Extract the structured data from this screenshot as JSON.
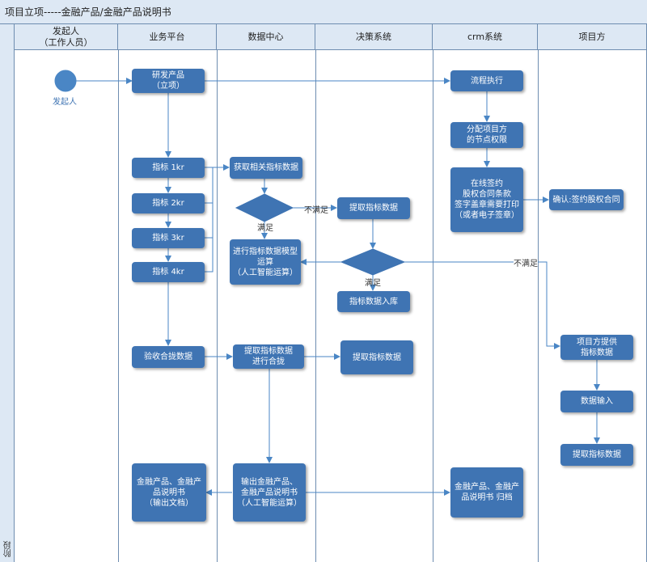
{
  "frame": {
    "title": "项目立项-----金融产品/金融产品说明书",
    "phase_label": "阶段"
  },
  "lanes": [
    "发起人\n（工作人员）",
    "业务平台",
    "数据中心",
    "决策系统",
    "crm系统",
    "项目方"
  ],
  "nodes": {
    "start_label": "发起人",
    "research_product": "研发产品\n（立项）",
    "process_execute": "流程执行",
    "assign_project_rights": "分配项目方\n的节点权限",
    "online_signing": "在线签约\n股权合同条款\n签字盖章需要打印\n（或者电子签章）",
    "confirm_contract": "确认:签约股权合同",
    "indicator_1": "指标 1kr",
    "indicator_2": "指标 2kr",
    "indicator_3": "指标 3kr",
    "indicator_4": "指标 4kr",
    "get_indicator_data": "获取相关指标数据",
    "model_compute": "进行指标数据模型\n运算\n（人工智能运算）",
    "extract_indicator_decision": "提取指标数据",
    "indicator_storage": "指标数据入库",
    "verify_merge": "验收合拢数据",
    "extract_merge": "提取指标数据\n进行合拢",
    "extract_indicator_final": "提取指标数据",
    "project_provide": "项目方提供\n指标数据",
    "data_input": "数据输入",
    "project_extract": "提取指标数据",
    "output_docs": "金融产品、金融产\n品说明书\n（输出文档）",
    "output_products": "输出金融产品、\n金融产品说明书\n（人工智能运算）",
    "archive": "金融产品、金融产\n品说明书  归档"
  },
  "edge_labels": {
    "not_satisfied_1": "不满足",
    "satisfied_1": "满足",
    "satisfied_2": "满足",
    "not_satisfied_2": "不满足"
  }
}
